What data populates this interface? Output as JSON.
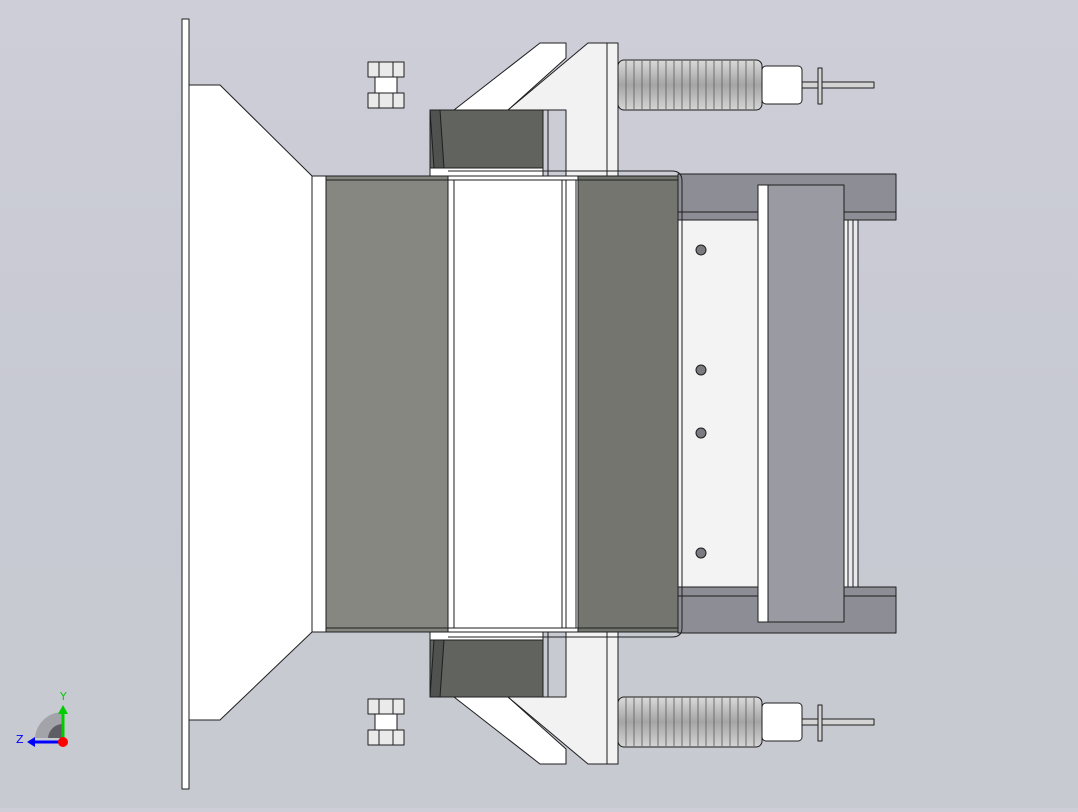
{
  "viewport": {
    "background_top": "#ceced8",
    "background_bottom": "#c8cad2"
  },
  "model": {
    "colors": {
      "outline": "#1e1e1e",
      "white_part": "#ffffff",
      "light_grey_part": "#f0f0f0",
      "chute_left": "#858780",
      "chute_right": "#73756e",
      "clamp_block": "#61635f",
      "bracket": "#8d8d96",
      "bracket_plate": "#999aa2",
      "spring": "#b9b9b9",
      "bolt": "#eaeaea"
    },
    "parts": [
      "mounting-plate",
      "transition-hopper",
      "feed-chute",
      "chute-liner",
      "side-gusset-top",
      "side-gusset-bottom",
      "clamp-block-top",
      "clamp-block-bottom",
      "bolt-pair-top",
      "bolt-pair-bottom",
      "spring-assembly-top",
      "spring-assembly-bottom",
      "rear-bracket",
      "rear-bracket-plate"
    ]
  },
  "triad": {
    "x_axis_color": "#ff0000",
    "y_axis_color": "#00cc00",
    "z_axis_color": "#0000ff",
    "y_label": "Y",
    "z_label": "Z"
  }
}
